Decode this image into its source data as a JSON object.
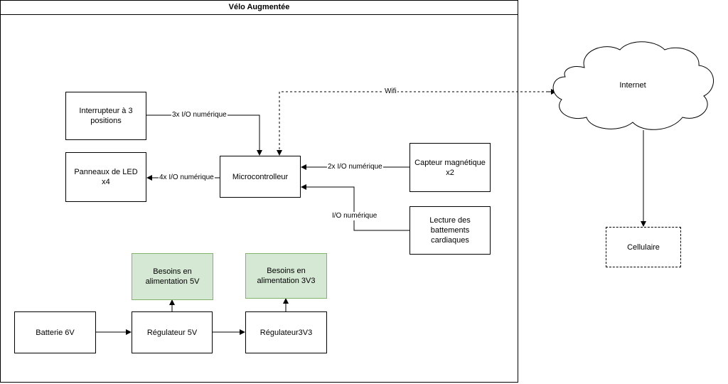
{
  "title": "Vélo Augmentée",
  "nodes": {
    "interrupteur": "Interrupteur à 3\npositions",
    "panneaux": "Panneaux de LED\nx4",
    "micro": "Microcontrolleur",
    "capteur": "Capteur magnétique\nx2",
    "lecture": "Lecture des\nbattements\ncardiaques",
    "besoins5v": "Besoins en\nalimentation 5V",
    "besoins3v3": "Besoins en\nalimentation 3V3",
    "batterie": "Batterie 6V",
    "reg5v": "Régulateur 5V",
    "reg3v3": "Régulateur3V3",
    "internet": "Internet",
    "cellulaire": "Cellulaire"
  },
  "edges": {
    "interrupteur_micro": "3x I/O numérique",
    "micro_panneaux": "4x I/O numérique",
    "capteur_micro": "2x I/O numérique",
    "lecture_micro": "I/O numérique",
    "wifi": "Wifi"
  },
  "colors": {
    "stroke": "#000000",
    "green_fill": "#d5e8d4",
    "green_stroke": "#82b366"
  }
}
